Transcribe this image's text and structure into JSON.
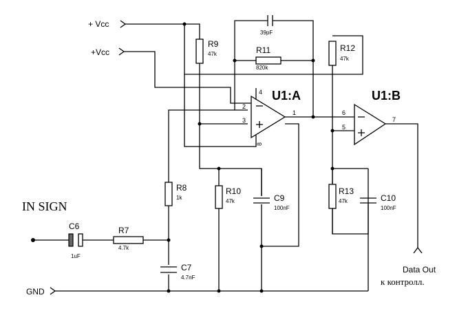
{
  "power": {
    "vcc_top": "+ Vcc",
    "vcc_mid": "+Vcc",
    "gnd": "GND"
  },
  "input": {
    "label": "IN SIGN"
  },
  "output": {
    "line1": "Data Out",
    "line2": "к контролл."
  },
  "opamps": [
    {
      "ref": "U1:A",
      "pins": {
        "inv": "2",
        "noninv": "3",
        "out": "1",
        "vplus": "4",
        "vminus": "8"
      }
    },
    {
      "ref": "U1:B",
      "pins": {
        "inv": "6",
        "noninv": "5",
        "out": "7"
      }
    }
  ],
  "components": {
    "C6": {
      "ref": "C6",
      "value": "1uF"
    },
    "R7": {
      "ref": "R7",
      "value": "4.7k"
    },
    "R8": {
      "ref": "R8",
      "value": "1k"
    },
    "C7": {
      "ref": "C7",
      "value": "4.7nF"
    },
    "R9": {
      "ref": "R9",
      "value": "47k"
    },
    "R10": {
      "ref": "R10",
      "value": "47k"
    },
    "C9": {
      "ref": "C9",
      "value": "100nF"
    },
    "R11": {
      "ref": "R11",
      "value": "820k"
    },
    "C8": {
      "value": "39pF"
    },
    "R12": {
      "ref": "R12",
      "value": "47k"
    },
    "R13": {
      "ref": "R13",
      "value": "47k"
    },
    "C10": {
      "ref": "C10",
      "value": "100nF"
    }
  }
}
